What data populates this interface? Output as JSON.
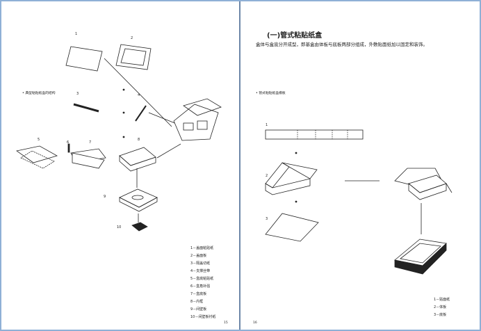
{
  "left_page": {
    "caption": "• 典型粘贴纸盒的结构",
    "part_numbers": [
      "1",
      "2",
      "3",
      "4",
      "5",
      "6",
      "7",
      "8",
      "9",
      "10"
    ],
    "legend": [
      "1－盖面粘贴纸",
      "2－盖面板",
      "3－隔盖切纸",
      "4－支撑丝带",
      "5－盒底粘贴纸",
      "6－盒角补强",
      "7－盒底板",
      "8－内框",
      "9－间壁板",
      "10－间壁板衬纸"
    ],
    "page_number": "15"
  },
  "right_page": {
    "title": "(一)管式粘贴纸盒",
    "body": "盒体与盒底分开成型，即基盒由体板与底板两部分组成，外敷贴面纸加以固定和装饰。",
    "caption": "• 管式粘贴纸盒模板",
    "part_numbers": [
      "1",
      "2",
      "3"
    ],
    "legend": [
      "1－贴面纸",
      "2－体板",
      "3－底板"
    ],
    "page_number": "16"
  }
}
